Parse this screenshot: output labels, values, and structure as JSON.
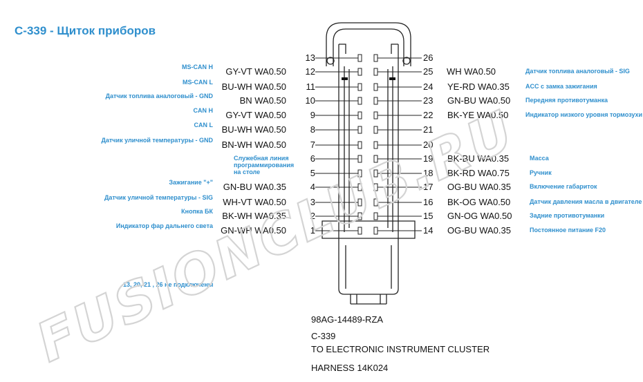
{
  "title": "C-339 -  Щиток приборов",
  "left_pins": [
    {
      "pin": "13",
      "wire": "",
      "note": ""
    },
    {
      "pin": "12",
      "wire": "GY-VT  WA0.50",
      "note": "MS-CAN H"
    },
    {
      "pin": "11",
      "wire": "BU-WH WA0.50",
      "note": "MS-CAN L"
    },
    {
      "pin": "10",
      "wire": "BN WA0.50",
      "note": "Датчик топлива аналоговый - GND"
    },
    {
      "pin": "9",
      "wire": "GY-VT  WA0.50",
      "note": "CAN H"
    },
    {
      "pin": "8",
      "wire": "BU-WH WA0.50",
      "note": "CAN L"
    },
    {
      "pin": "7",
      "wire": "BN-WH WA0.50",
      "note": "Датчик уличной температуры - GND"
    },
    {
      "pin": "6",
      "wire": "",
      "note": "Служебная линия программирования на столе"
    },
    {
      "pin": "5",
      "wire": "",
      "note": ""
    },
    {
      "pin": "4",
      "wire": "GN-BU  WA0.35",
      "note": "Зажигание \"+\""
    },
    {
      "pin": "3",
      "wire": "WH-VT  WA0.50",
      "note": "Датчик уличной температуры - SIG"
    },
    {
      "pin": "2",
      "wire": "BK-WH  WA0.35",
      "note": "Кнопка БК"
    },
    {
      "pin": "1",
      "wire": "GN-WH WA0.50",
      "note": "Индикатор фар дальнего света"
    }
  ],
  "right_pins": [
    {
      "pin": "26",
      "wire": "",
      "note": ""
    },
    {
      "pin": "25",
      "wire": "WH  WA0.50",
      "note": "Датчик топлива аналоговый - SIG"
    },
    {
      "pin": "24",
      "wire": "YE-RD  WA0.35",
      "note": "ACC с замка зажигания"
    },
    {
      "pin": "23",
      "wire": "GN-BU  WA0.50",
      "note": "Передняя противотуманка"
    },
    {
      "pin": "22",
      "wire": "BK-YE  WA0.50",
      "note": "Индикатор низкого уровня тормозухи"
    },
    {
      "pin": "21",
      "wire": "",
      "note": ""
    },
    {
      "pin": "20",
      "wire": "",
      "note": ""
    },
    {
      "pin": "19",
      "wire": "BK-BU  WA0.35",
      "note": "Масса"
    },
    {
      "pin": "18",
      "wire": "BK-RD  WA0.75",
      "note": "Ручник"
    },
    {
      "pin": "17",
      "wire": "OG-BU  WA0.35",
      "note": "Включение габариток"
    },
    {
      "pin": "16",
      "wire": "BK-OG  WA0.50",
      "note": "Датчик давления масла в двигателе"
    },
    {
      "pin": "15",
      "wire": "GN-OG  WA0.50",
      "note": "Задние противотуманки"
    },
    {
      "pin": "14",
      "wire": "OG-BU  WA0.35",
      "note": "Постоянное питание F20"
    }
  ],
  "footnote": "13, 20, 21 , 26 не подключены",
  "part_number": "98AG-14489-RZA",
  "connector_id": "C-339",
  "description": "TO ELECTRONIC INSTRUMENT CLUSTER",
  "harness": "HARNESS 14K024",
  "watermark": "FUSIONCLUB.RU",
  "colors": {
    "accent": "#2f8fcd",
    "line": "#222222",
    "watermark": "#cfcfcf"
  }
}
